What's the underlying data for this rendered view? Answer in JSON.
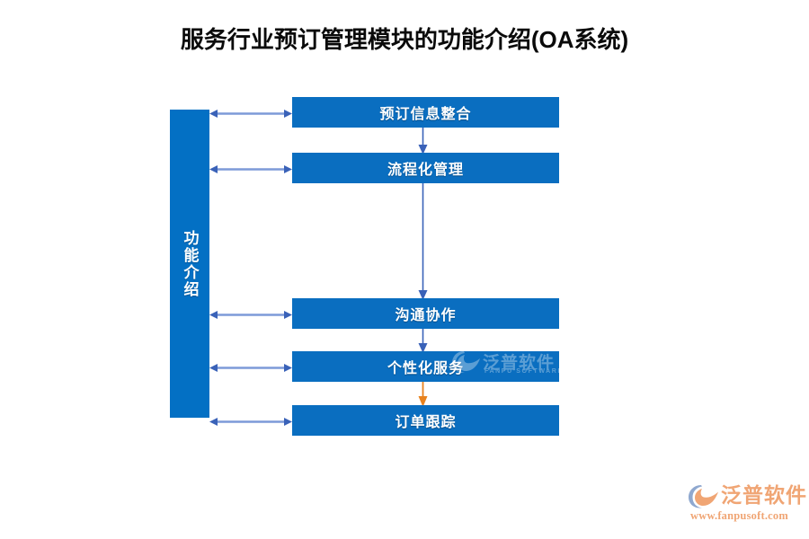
{
  "page": {
    "title": "服务行业预订管理模块的功能介绍(OA系统)",
    "background_color": "#ffffff"
  },
  "colors": {
    "box_blue": "#0a6ec0",
    "bar_blue": "#0370c4",
    "arrow_blue": "#7d9ad8",
    "arrow_head_blue": "#3a62b8",
    "arrow_orange": "#e8821e",
    "title_black": "#0a0a0a",
    "logo_orange": "#f0a574",
    "logo_blue": "#8fa8cf"
  },
  "diagram": {
    "category": {
      "label": "功能介绍",
      "orientation": "vertical"
    },
    "nodes": [
      {
        "id": "n1",
        "label": "预订信息整合"
      },
      {
        "id": "n2",
        "label": "流程化管理"
      },
      {
        "id": "n3",
        "label": "沟通协作"
      },
      {
        "id": "n4",
        "label": "个性化服务"
      },
      {
        "id": "n5",
        "label": "订单跟踪"
      }
    ],
    "category_links": [
      {
        "to": "n1",
        "style": "double-arrow",
        "color": "#7d9ad8"
      },
      {
        "to": "n2",
        "style": "double-arrow",
        "color": "#7d9ad8"
      },
      {
        "to": "n3",
        "style": "double-arrow",
        "color": "#7d9ad8"
      },
      {
        "to": "n4",
        "style": "double-arrow",
        "color": "#7d9ad8"
      },
      {
        "to": "n5",
        "style": "double-arrow",
        "color": "#7d9ad8"
      }
    ],
    "flow_links": [
      {
        "from": "n1",
        "to": "n2",
        "style": "arrow",
        "color": "#3a62b8"
      },
      {
        "from": "n2",
        "to": "n3",
        "style": "arrow",
        "color": "#3a62b8"
      },
      {
        "from": "n3",
        "to": "n4",
        "style": "arrow",
        "color": "#3a62b8"
      },
      {
        "from": "n4",
        "to": "n5",
        "style": "arrow",
        "color": "#e8821e"
      }
    ]
  },
  "watermark": {
    "name": "泛普软件",
    "subtitle": "FANPU SOFTWARE"
  },
  "logo": {
    "name": "泛普软件",
    "url": "www.fanpusoft.com"
  }
}
